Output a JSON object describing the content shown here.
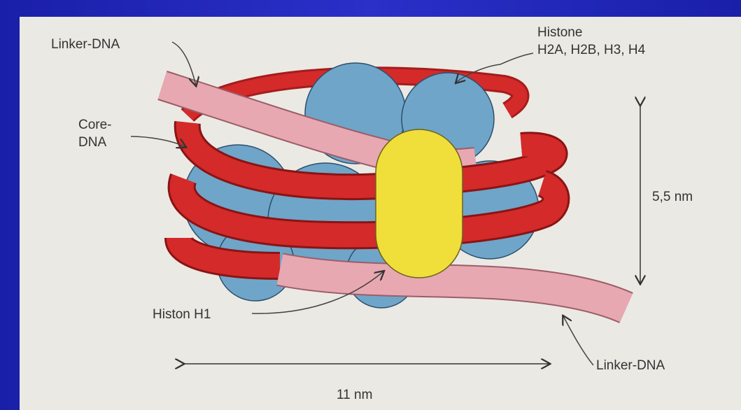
{
  "diagram": {
    "labels": {
      "linker_dna_top": "Linker-DNA",
      "histone_core_line1": "Histone",
      "histone_core_line2": "H2A, H2B, H3, H4",
      "core_dna_line1": "Core-",
      "core_dna_line2": "DNA",
      "height_dimension": "5,5 nm",
      "histone_h1": "Histon H1",
      "linker_dna_bottom": "Linker-DNA",
      "width_dimension": "11 nm"
    },
    "colors": {
      "background": "#2a30c8",
      "panel": "#ebe9e3",
      "core_dna": "#d42a2a",
      "linker_dna": "#e8a8b2",
      "histone_core": "#6fa5c8",
      "histone_h1": "#f0de3a"
    }
  }
}
